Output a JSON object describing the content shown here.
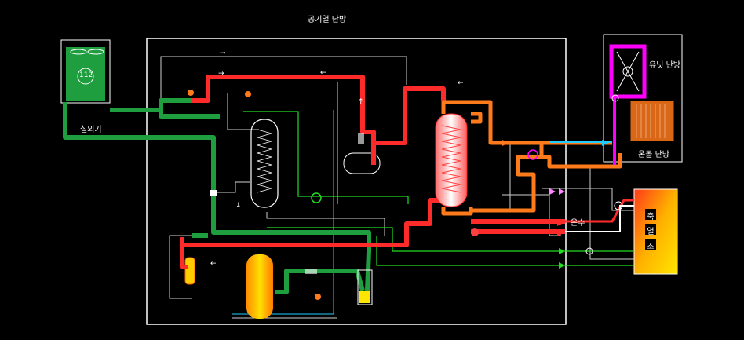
{
  "title": "공기열 난방",
  "labels": {
    "outdoor_unit": "실외기",
    "fan_coil": "유닛 난방",
    "floor_heating": "온돌 난방",
    "hot_water": "온수",
    "storage_1": "축",
    "storage_2": "열",
    "storage_3": "조",
    "fan_number": "112"
  },
  "colors": {
    "background": "#000000",
    "frame": "#ffffff",
    "liquid_line": "#1e9e3e",
    "hot_gas_line": "#ff2a2a",
    "water_hot": "#ff7a1a",
    "fan_coil": "#ff00ff",
    "signal": "#22dd22",
    "cyan": "#22ccff"
  }
}
